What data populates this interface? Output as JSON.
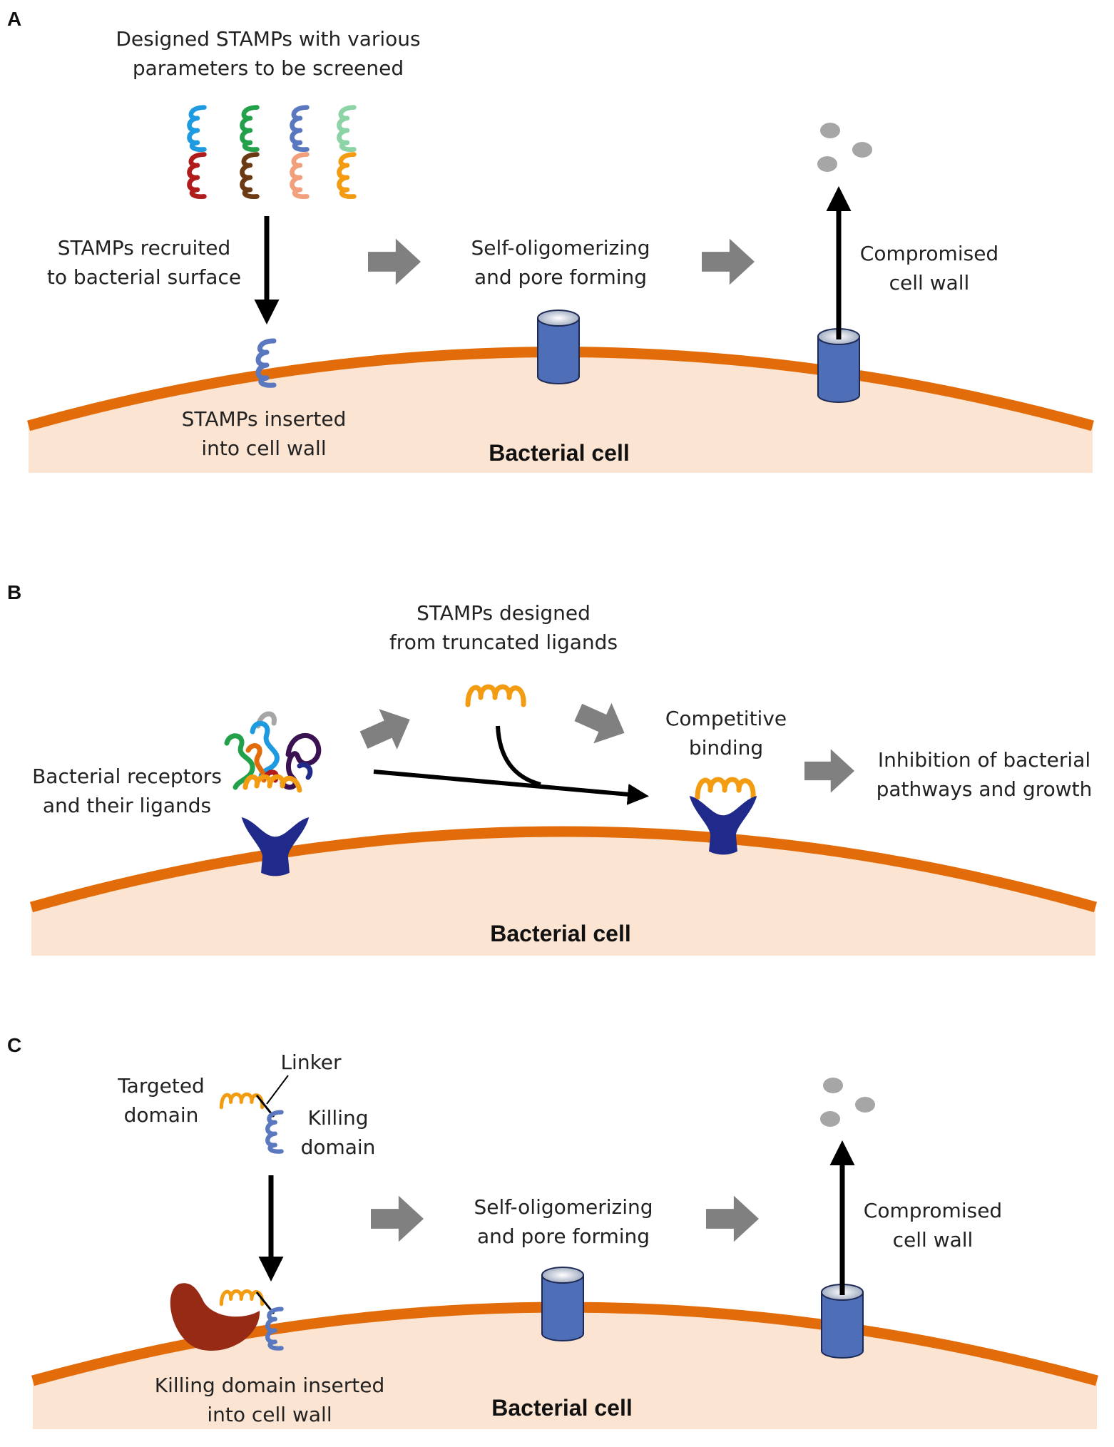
{
  "colors": {
    "cell_fill": "#FCE4D2",
    "membrane": "#E36C0A",
    "pore": "#4F6EB8",
    "grey_arrow": "#808080",
    "receptor": "#1F2A8A",
    "ligand_orange": "#F39C12",
    "killing_blue": "#5A78C0",
    "targeting_red": "#962A14",
    "released": "#A6A6A6"
  },
  "icons": {
    "stamp": "helix-coil-icon",
    "pore": "cylinder-pore-icon",
    "receptor": "cup-receptor-icon",
    "arrow": "block-arrow-icon"
  },
  "panels": {
    "a": {
      "letter": "A",
      "designed_line1": "Designed STAMPs with various",
      "designed_line2": "parameters to be screened",
      "stamp_colors": [
        "#1E9BE0",
        "#23A14A",
        "#5A78C0",
        "#8CD3A6",
        "#B01B1B",
        "#6B3A13",
        "#F2A07B",
        "#F39C12"
      ],
      "recruited_line1": "STAMPs recruited",
      "recruited_line2": "to bacterial surface",
      "inserted_line1": "STAMPs inserted",
      "inserted_line2": "into cell wall",
      "oligo_line1": "Self-oligomerizing",
      "oligo_line2": "and pore forming",
      "compromised_line1": "Compromised",
      "compromised_line2": "cell wall",
      "cell_label": "Bacterial cell"
    },
    "b": {
      "letter": "B",
      "designed_line1": "STAMPs designed",
      "designed_line2": "from truncated ligands",
      "receptors_line1": "Bacterial receptors",
      "receptors_line2": "and their ligands",
      "competitive_line1": "Competitive",
      "competitive_line2": "binding",
      "inhibition_line1": "Inhibition of bacterial",
      "inhibition_line2": "pathways and growth",
      "cell_label": "Bacterial cell"
    },
    "c": {
      "letter": "C",
      "linker": "Linker",
      "targeted_line1": "Targeted",
      "targeted_line2": "domain",
      "killing_line1": "Killing",
      "killing_line2": "domain",
      "oligo_line1": "Self-oligomerizing",
      "oligo_line2": "and pore forming",
      "compromised_line1": "Compromised",
      "compromised_line2": "cell wall",
      "inserted_line1": "Killing domain inserted",
      "inserted_line2": "into cell wall",
      "cell_label": "Bacterial cell"
    }
  }
}
